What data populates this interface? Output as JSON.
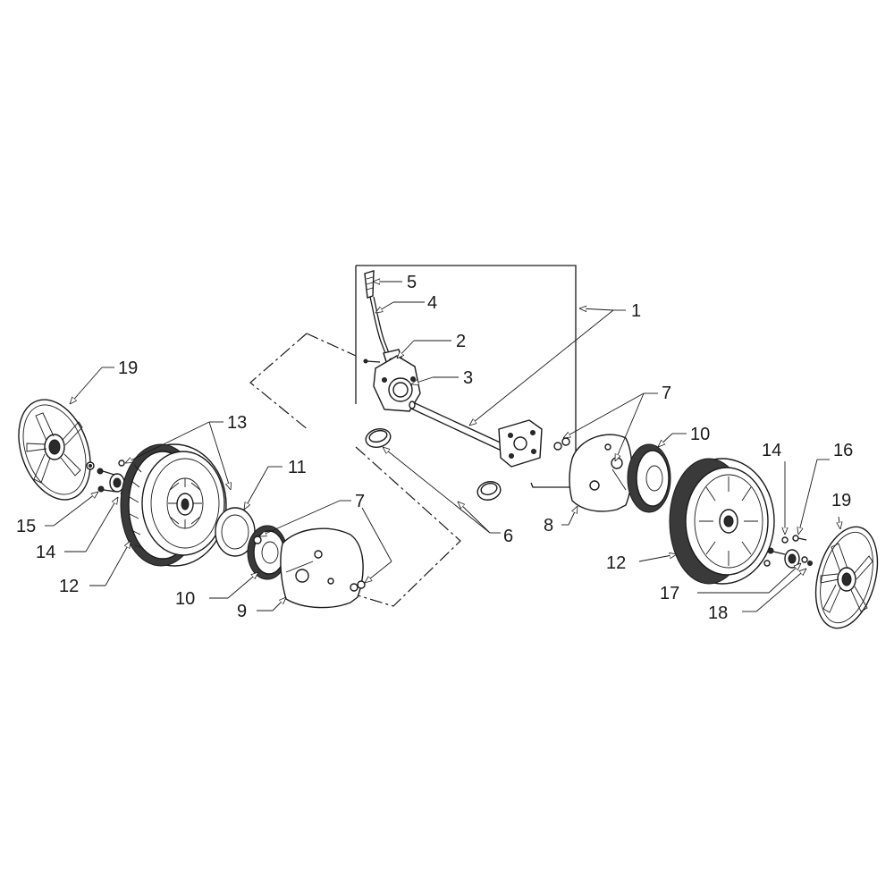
{
  "diagram": {
    "callouts": [
      {
        "id": "c1",
        "text": "1"
      },
      {
        "id": "c2",
        "text": "2"
      },
      {
        "id": "c3",
        "text": "3"
      },
      {
        "id": "c4",
        "text": "4"
      },
      {
        "id": "c5",
        "text": "5"
      },
      {
        "id": "c6",
        "text": "6"
      },
      {
        "id": "c7a",
        "text": "7"
      },
      {
        "id": "c7b",
        "text": "7"
      },
      {
        "id": "c8",
        "text": "8"
      },
      {
        "id": "c9",
        "text": "9"
      },
      {
        "id": "c10a",
        "text": "10"
      },
      {
        "id": "c10b",
        "text": "10"
      },
      {
        "id": "c11",
        "text": "11"
      },
      {
        "id": "c12a",
        "text": "12"
      },
      {
        "id": "c12b",
        "text": "12"
      },
      {
        "id": "c13",
        "text": "13"
      },
      {
        "id": "c14a",
        "text": "14"
      },
      {
        "id": "c14b",
        "text": "14"
      },
      {
        "id": "c15",
        "text": "15"
      },
      {
        "id": "c16",
        "text": "16"
      },
      {
        "id": "c17",
        "text": "17"
      },
      {
        "id": "c18",
        "text": "18"
      },
      {
        "id": "c19a",
        "text": "19"
      },
      {
        "id": "c19b",
        "text": "19"
      }
    ]
  }
}
